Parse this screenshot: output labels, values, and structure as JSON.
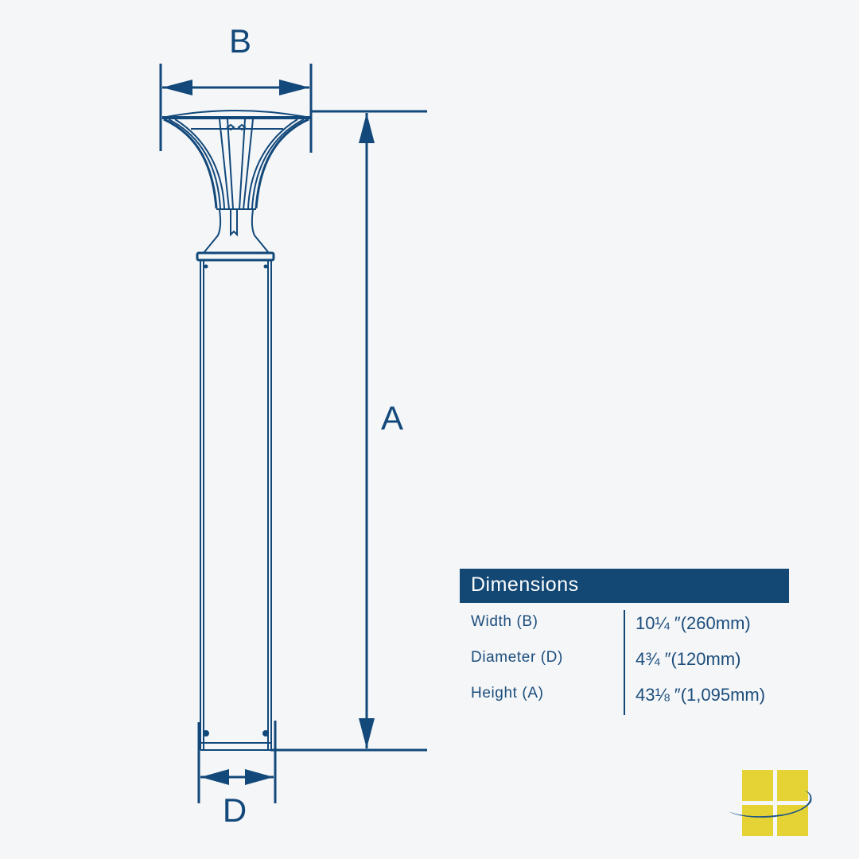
{
  "labels": {
    "width": "B",
    "height": "A",
    "diameter": "D"
  },
  "table": {
    "title": "Dimensions",
    "rows": [
      {
        "label": "Width (B)",
        "value": "10¼ ″(260mm)"
      },
      {
        "label": "Diameter (D)",
        "value": "4¾ ″(120mm)"
      },
      {
        "label": "Height (A)",
        "value": "43⅛ ″(1,095mm)"
      }
    ]
  },
  "colors": {
    "line": "#12487a",
    "header": "#134875",
    "logo_yellow": "#e5d234",
    "background": "#f4f6f8"
  }
}
